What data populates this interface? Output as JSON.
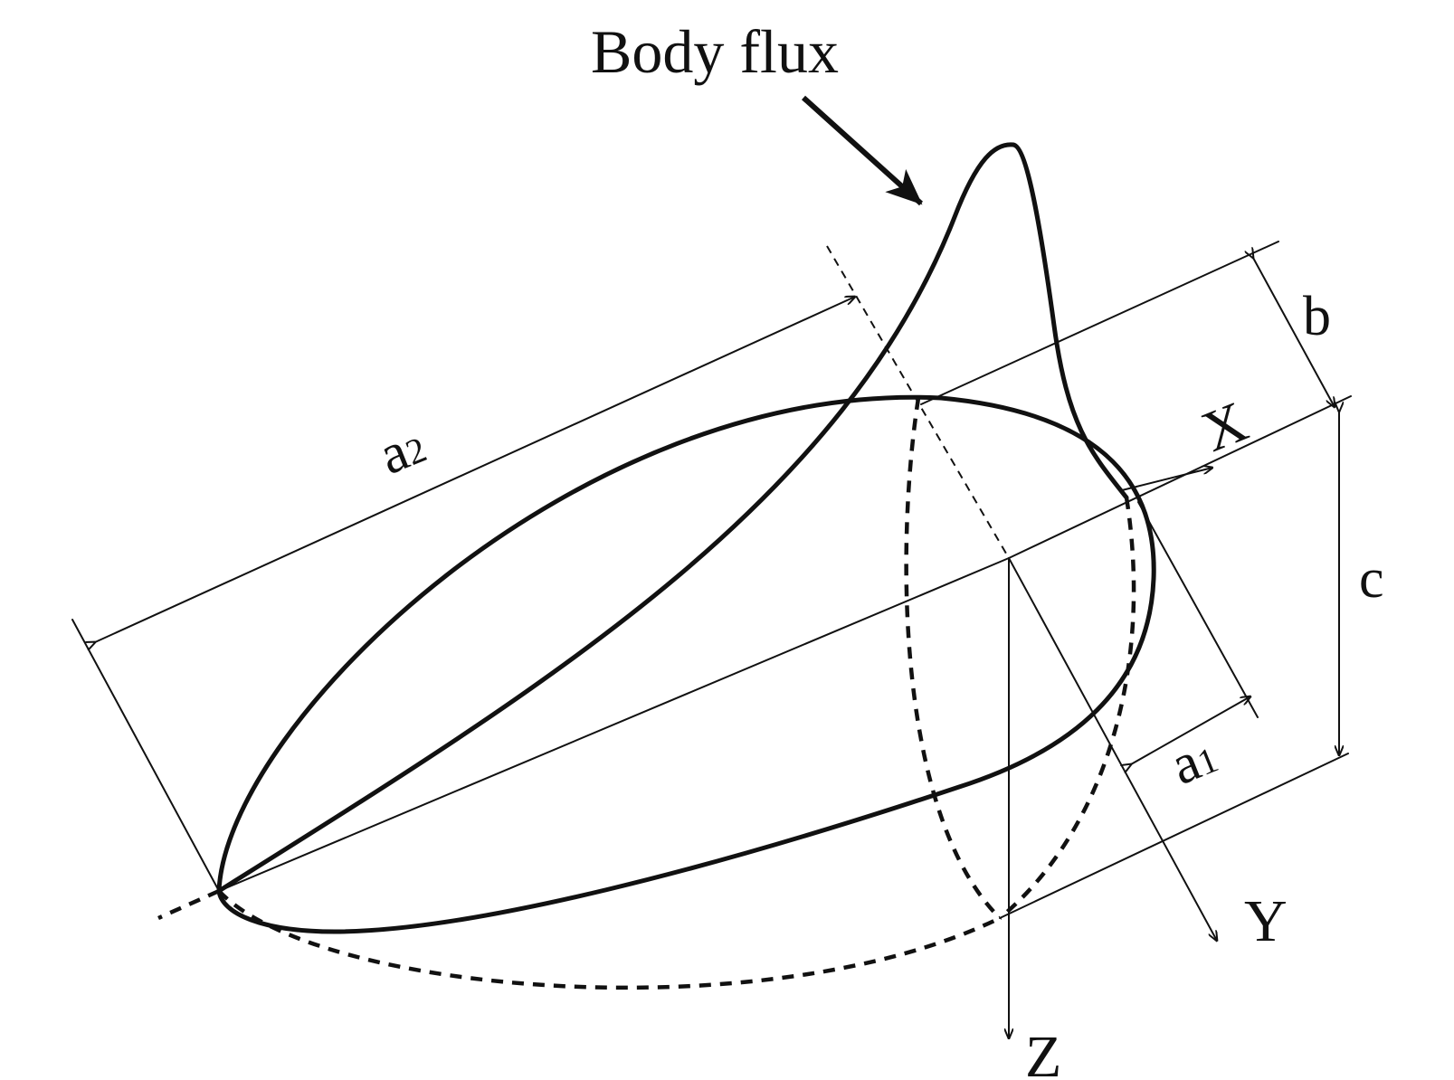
{
  "labels": {
    "title": "Body flux",
    "a2": "a",
    "a2_sub": "2",
    "a1": "a",
    "a1_sub": "1",
    "b": "b",
    "c": "c",
    "x_axis": "X",
    "y_axis": "Y",
    "z_axis": "Z"
  }
}
